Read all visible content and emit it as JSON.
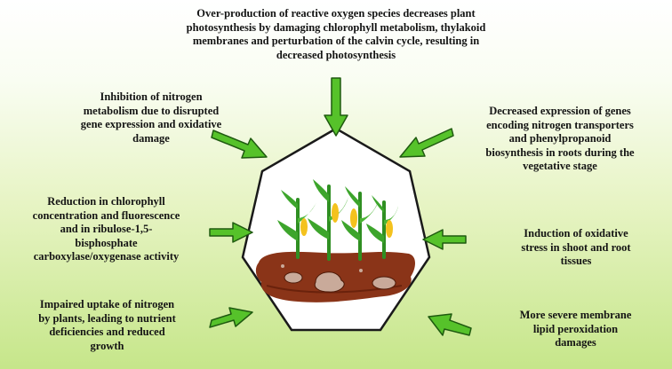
{
  "effects": {
    "top": "Over-production of reactive oxygen species decreases plant\nphotosynthesis by damaging chlorophyll metabolism, thylakoid\nmembranes and perturbation of the calvin cycle, resulting in\ndecreased photosynthesis",
    "upper_left": "Inhibition of nitrogen\nmetabolism due to disrupted\ngene expression and oxidative\ndamage",
    "middle_left": "Reduction in chlorophyll\nconcentration and fluorescence\nand in ribulose-1,5-\nbisphosphate\ncarboxylase/oxygenase activity",
    "lower_left": "Impaired uptake of nitrogen\nby plants, leading to nutrient\ndeficiencies and reduced\ngrowth",
    "upper_right": "Decreased expression of genes\nencoding nitrogen transporters\nand phenylpropanoid\nbiosynthesis in roots during the\nvegetative stage",
    "middle_right": "Induction of oxidative\nstress in shoot and root\ntissues",
    "lower_right": "More severe membrane\nlipid peroxidation\ndamages"
  },
  "colors": {
    "arrow_fill": "#56c22a",
    "arrow_stroke": "#1f5a10",
    "soil": "#8a3418",
    "soil_dark": "#6a220c",
    "leaf": "#3da52c",
    "corn": "#f4c21e"
  }
}
